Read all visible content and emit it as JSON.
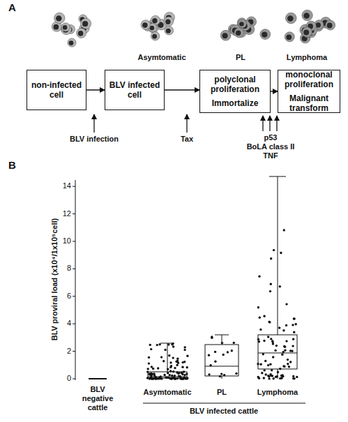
{
  "diagram": {
    "nodes": [
      {
        "text": [
          "non-infected cell"
        ]
      },
      {
        "text": [
          "BLV infected cell"
        ]
      },
      {
        "text": [
          "polyclonal proliferation",
          "Immortalize"
        ]
      },
      {
        "text": [
          "monoclonal proliferation",
          "Malignant transform"
        ]
      }
    ],
    "edges": [
      {
        "from": 0,
        "to": 1,
        "arrow": "to"
      },
      {
        "from": 1,
        "to": 2,
        "arrow": "to"
      },
      {
        "from": 2,
        "to": 3,
        "arrow": "to"
      }
    ],
    "labels": [
      "A",
      "Asymtomatic",
      "PL",
      "Lymphoma",
      "BLV infection",
      "Tax",
      "p53",
      "BoLA class II",
      "TNF",
      "B",
      "BLV proviral load (x10⁴/1x10⁵cell)",
      "14",
      "12",
      "10",
      "8",
      "6",
      "4",
      "2",
      "0",
      "BLV negative cattle",
      "Asymtomatic",
      "PL",
      "Lymphoma",
      "BLV infected cattle"
    ]
  }
}
